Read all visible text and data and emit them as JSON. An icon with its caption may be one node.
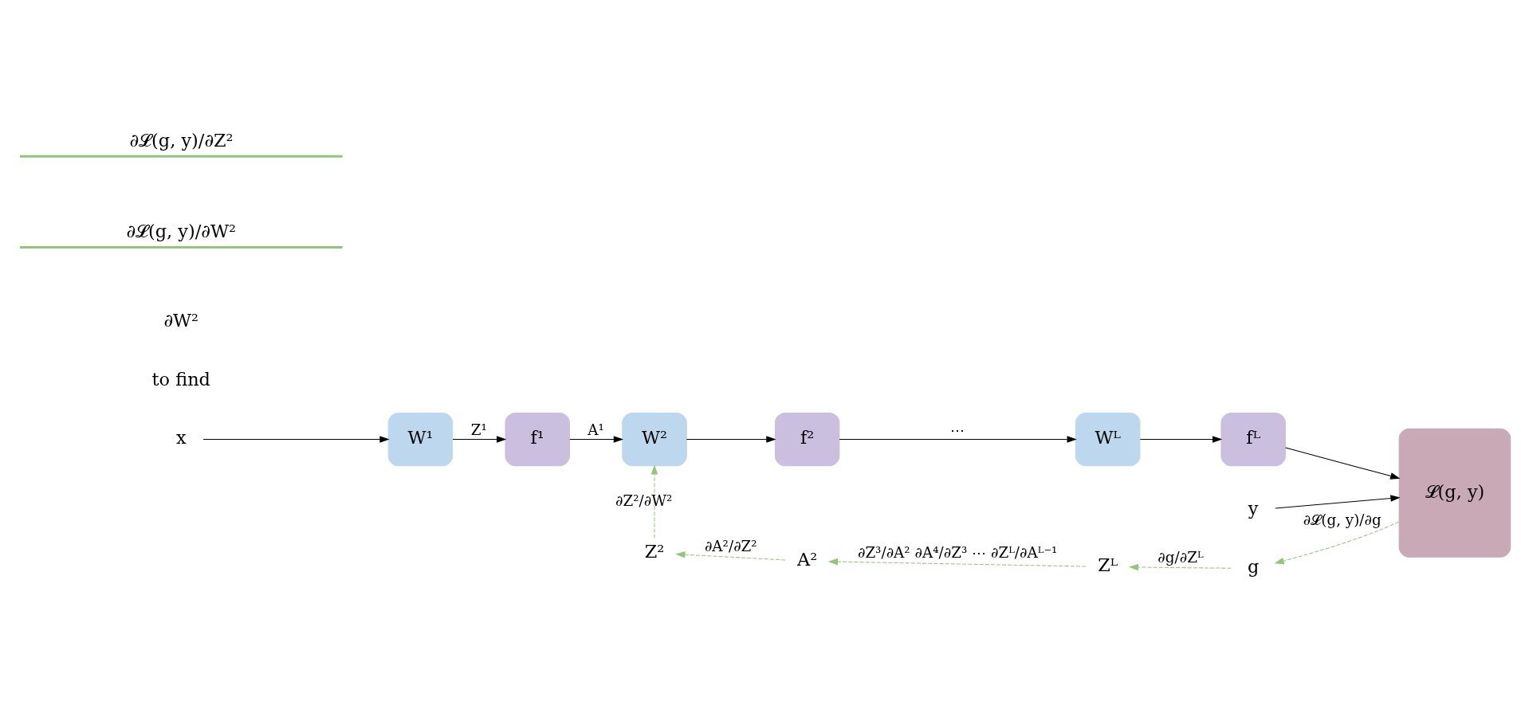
{
  "diagram": {
    "nodes": [
      {
        "text": [
          "x"
        ]
      },
      {
        "text": [
          "y"
        ]
      },
      {
        "text": [
          "W¹"
        ]
      },
      {
        "text": [
          "f¹"
        ]
      },
      {
        "text": [
          "W²"
        ]
      },
      {
        "text": [
          "f²"
        ]
      },
      {
        "text": [
          "Wᴸ"
        ]
      },
      {
        "text": [
          "fᴸ"
        ]
      },
      {
        "text": [
          "𝓛(g, y)"
        ]
      },
      {
        "text": [
          "Z²"
        ]
      },
      {
        "text": [
          "A²"
        ]
      },
      {
        "text": [
          "Zᴸ"
        ]
      },
      {
        "text": [
          "g"
        ]
      }
    ],
    "edges": [
      {
        "from": 0,
        "to": 2,
        "arrow": "to"
      },
      {
        "from": 2,
        "to": 3,
        "arrow": "to",
        "label": "Z¹"
      },
      {
        "from": 3,
        "to": 4,
        "arrow": "to",
        "label": "A¹"
      },
      {
        "from": 4,
        "to": 5,
        "arrow": "to"
      },
      {
        "from": 5,
        "to": 6,
        "arrow": "to",
        "label": "⋯"
      },
      {
        "from": 6,
        "to": 7,
        "arrow": "to"
      },
      {
        "from": 7,
        "to": 8,
        "arrow": "to"
      },
      {
        "from": 1,
        "to": 8,
        "arrow": "to"
      },
      {
        "from": 8,
        "to": 12,
        "arrow": "to",
        "style": "dashed",
        "color": "#93c47d",
        "label": "∂𝓛(g, y)/∂g"
      },
      {
        "from": 12,
        "to": 11,
        "arrow": "to",
        "style": "dashed",
        "color": "#93c47d",
        "label": "∂g/∂Zᴸ"
      },
      {
        "from": 11,
        "to": 10,
        "arrow": "to",
        "style": "dashed",
        "color": "#93c47d",
        "label": "∂Z³/∂A² ∂A⁴/∂Z³ ⋯ ∂Zᴸ/∂Aᴸ⁻¹"
      },
      {
        "from": 10,
        "to": 9,
        "arrow": "to",
        "style": "dashed",
        "color": "#93c47d",
        "label": "∂A²/∂Z²"
      },
      {
        "from": 9,
        "to": 4,
        "arrow": "to",
        "style": "dashed",
        "color": "#93c47d",
        "label": "∂Z²/∂W²"
      }
    ],
    "labels": [
      "to find",
      "∂W²",
      "∂𝓛(g, y)/∂W²",
      "∂𝓛(g, y)/∂Z²"
    ]
  }
}
